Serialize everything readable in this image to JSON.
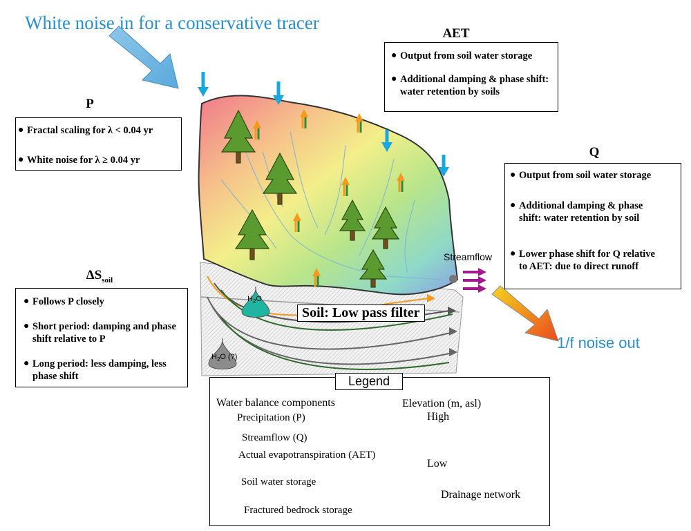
{
  "top_label": "White noise in for a conservative tracer",
  "output_label": "1/f noise out",
  "streamflow_label": "Streamflow",
  "soil_filter_label": "Soil: Low pass filter",
  "soil_water_symbol": {
    "base": "H",
    "sub": "2",
    "tail": "O"
  },
  "bedrock_symbol": {
    "base": "H",
    "sub": "2",
    "tail": "O (?)"
  },
  "boxes": {
    "aet": {
      "title": "AET",
      "items": [
        "Output from soil water storage",
        "Additional damping & phase shift: water retention by soils"
      ]
    },
    "p": {
      "title": "P",
      "items": [
        "Fractal scaling for λ < 0.04 yr",
        "White noise for λ ≥ 0.04 yr"
      ]
    },
    "q": {
      "title": "Q",
      "items": [
        "Output from soil water storage",
        "Additional damping & phase shift: water retention by soil",
        "Lower phase shift for Q relative to  AET: due to direct runoff"
      ]
    },
    "ds": {
      "title_main": "ΔS",
      "title_sub": "soil",
      "items": [
        "Follows P closely",
        "Short period: damping and phase shift relative to P",
        "Long period: less damping, less phase shift"
      ]
    }
  },
  "legend": {
    "title": "Legend",
    "components_header": "Water balance components",
    "items": [
      "Precipitation (P)",
      "Streamflow (Q)",
      "Actual evapotranspiration (AET)",
      "Soil water storage",
      "Fractured bedrock storage"
    ],
    "elevation_header": "Elevation (m, asl)",
    "high": "High",
    "low": "Low",
    "drainage": "Drainage network"
  },
  "colors": {
    "precip": "#1aa7e0",
    "streamflow": "#a2188f",
    "aet_orange": "#f39a1e",
    "aet_green": "#2e8b3a",
    "soil_storage": "#1fb5a0",
    "bedrock_storage": "#8c8c8c",
    "title_blue": "#2a8fd0"
  }
}
